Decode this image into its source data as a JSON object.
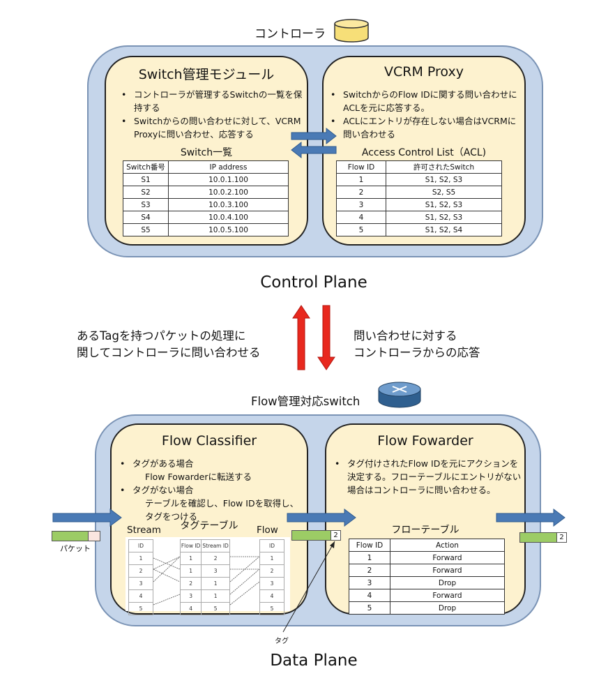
{
  "controller": {
    "label": "コントローラ"
  },
  "control_plane": {
    "label": "Control Plane",
    "switch_module": {
      "title": "Switch管理モジュール",
      "bullets": [
        "コントローラが管理するSwitchの一覧を保持する",
        "Switchからの問い合わせに対して、VCRM Proxyに問い合わせ、応答する"
      ],
      "table_title": "Switch一覧",
      "headers": [
        "Switch番号",
        "IP address"
      ],
      "rows": [
        [
          "S1",
          "10.0.1.100"
        ],
        [
          "S2",
          "10.0.2.100"
        ],
        [
          "S3",
          "10.0.3.100"
        ],
        [
          "S4",
          "10.0.4.100"
        ],
        [
          "S5",
          "10.0.5.100"
        ]
      ]
    },
    "vcrm_proxy": {
      "title": "VCRM Proxy",
      "bullets": [
        "SwitchからのFlow IDに関する問い合わせにACLを元に応答する。",
        "ACLにエントリが存在しない場合はVCRMに問い合わせる"
      ],
      "table_title": "Access Control List（ACL)",
      "headers": [
        "Flow ID",
        "許可されたSwitch"
      ],
      "rows": [
        [
          "1",
          "S1, S2, S3"
        ],
        [
          "2",
          "S2, S5"
        ],
        [
          "3",
          "S1, S2, S3"
        ],
        [
          "4",
          "S1, S2, S3"
        ],
        [
          "5",
          "S1, S2, S4"
        ]
      ]
    }
  },
  "middle": {
    "left_text": [
      "あるTagを持つパケットの処理に",
      "関してコントローラに問い合わせる"
    ],
    "right_text": [
      "問い合わせに対する",
      "コントローラからの応答"
    ],
    "switch_label": "Flow管理対応switch"
  },
  "data_plane": {
    "label": "Data Plane",
    "classifier": {
      "title": "Flow Classifier",
      "bullets": [
        {
          "main": "タグがある場合",
          "sub": "Flow Fowarderに転送する"
        },
        {
          "main": "タグがない場合",
          "sub": "テーブルを確認し、Flow IDを取得し、タグをつける"
        }
      ],
      "tag_table_title": "タグテーブル",
      "stream_label": "Stream",
      "flow_label": "Flow",
      "stream_col": {
        "header": "ID",
        "values": [
          "1",
          "2",
          "3",
          "4",
          "5"
        ]
      },
      "middle_table": {
        "headers": [
          "Flow ID",
          "Stream ID"
        ],
        "rows": [
          [
            "1",
            "2"
          ],
          [
            "1",
            "3"
          ],
          [
            "2",
            "1"
          ],
          [
            "3",
            "1"
          ],
          [
            "4",
            "5"
          ]
        ]
      },
      "flow_col": {
        "header": "ID",
        "values": [
          "1",
          "2",
          "3",
          "4",
          "5"
        ]
      }
    },
    "forwarder": {
      "title": "Flow Fowarder",
      "bullets": [
        "タグ付けされたFlow IDを元にアクションを決定する。フローテーブルにエントリがない場合はコントローラに問い合わせる。"
      ],
      "table_title": "フローテーブル",
      "headers": [
        "Flow ID",
        "Action"
      ],
      "rows": [
        [
          "1",
          "Forward"
        ],
        [
          "2",
          "Forward"
        ],
        [
          "3",
          "Drop"
        ],
        [
          "4",
          "Forward"
        ],
        [
          "5",
          "Drop"
        ]
      ]
    },
    "packet_label": "パケット",
    "tag_label": "タグ",
    "tag_value": "2"
  },
  "colors": {
    "plane_fill": "#c5d5ea",
    "module_fill": "#fdf2cf",
    "arrow_blue": "#4a7ab5",
    "arrow_red": "#e8281e",
    "packet_green": "#9ccc65"
  }
}
